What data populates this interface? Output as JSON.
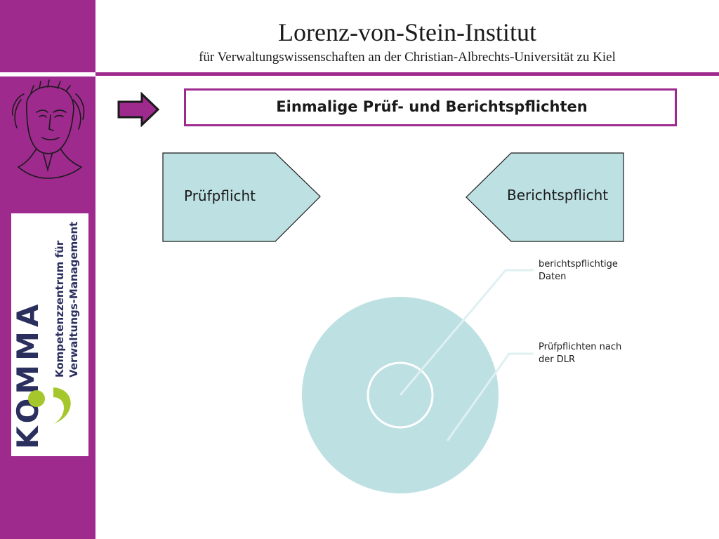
{
  "header": {
    "title": "Lorenz-von-Stein-Institut",
    "subtitle": "für Verwaltungswissenschaften an der Christian-Albrechts-Universität zu Kiel"
  },
  "slide": {
    "title": "Einmalige Prüf- und Berichtspflichten"
  },
  "shapes": {
    "left_label": "Prüfpflicht",
    "right_label": "Berichtspflicht"
  },
  "callouts": {
    "outer_line1": "berichtspflichtige",
    "outer_line2": "Daten",
    "inner_line1": "Prüfpflichten nach",
    "inner_line2": "der DLR"
  },
  "logo": {
    "letters": "KOMMA",
    "line1": "Kompetenzzentrum für",
    "line2": "Verwaltungs-Management"
  },
  "colors": {
    "accent": "#9e2a8e",
    "shape_fill": "#bde0e3",
    "logo_green": "#a6c72c",
    "logo_navy": "#2a2f5e"
  }
}
